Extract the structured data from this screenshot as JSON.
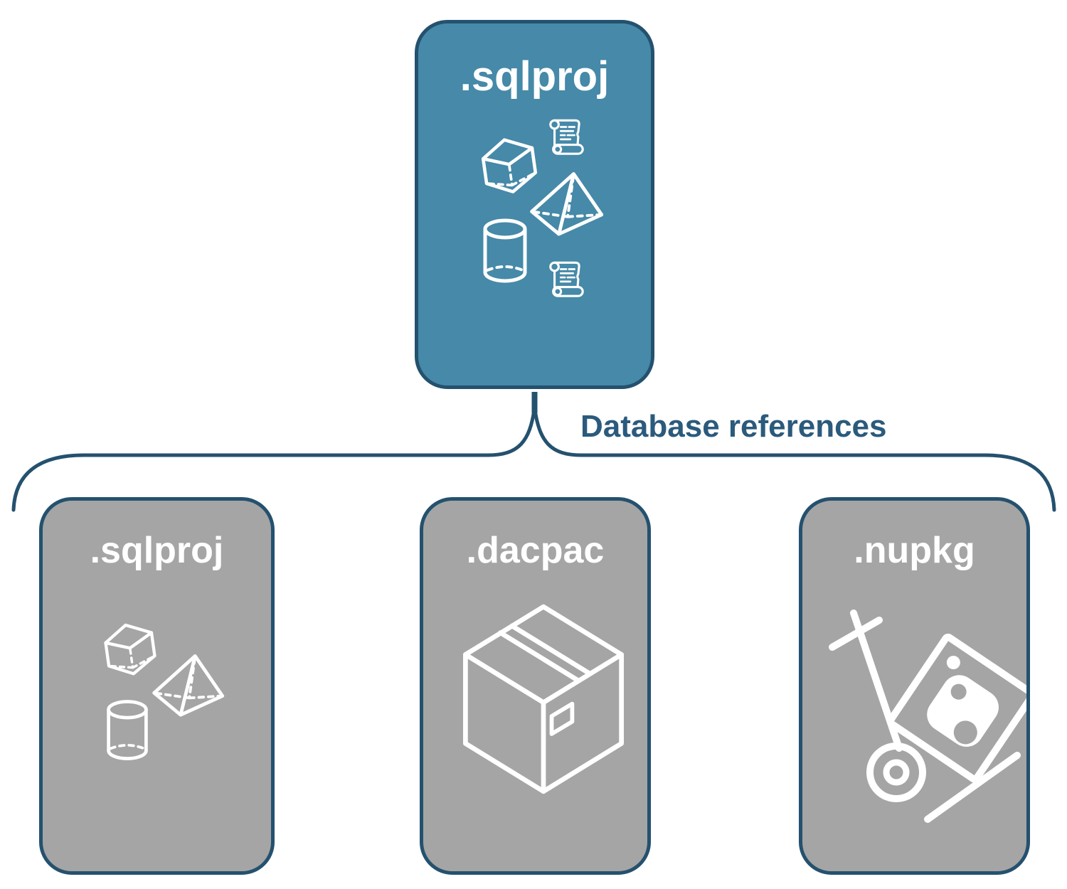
{
  "diagram": {
    "root_card": {
      "label": ".sqlproj",
      "icons": [
        "scroll-icon",
        "cube-icon",
        "pyramid-icon",
        "cylinder-icon",
        "scroll-icon"
      ]
    },
    "connector": {
      "label": "Database references"
    },
    "child_cards": [
      {
        "label": ".sqlproj",
        "icons": [
          "cube-icon",
          "pyramid-icon",
          "cylinder-icon"
        ]
      },
      {
        "label": ".dacpac",
        "icons": [
          "package-box-icon"
        ]
      },
      {
        "label": ".nupkg",
        "icons": [
          "nuget-handtruck-icon"
        ]
      }
    ],
    "colors": {
      "root_fill": "#4689a8",
      "child_fill": "#a5a5a5",
      "border": "#24516e",
      "label": "#2b5a7c",
      "icon": "#ffffff"
    }
  }
}
